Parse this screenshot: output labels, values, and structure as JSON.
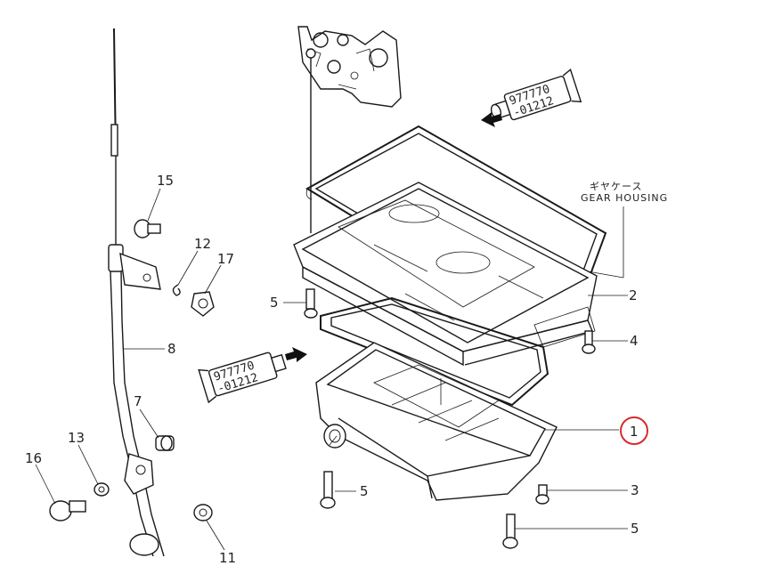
{
  "callouts": {
    "c1": "1",
    "c2": "2",
    "c3": "3",
    "c4": "4",
    "c5a": "5",
    "c5b": "5",
    "c5c": "5",
    "c7": "7",
    "c8": "8",
    "c11": "11",
    "c12": "12",
    "c13": "13",
    "c15": "15",
    "c16": "16",
    "c17": "17"
  },
  "gear_housing": {
    "jp": "ギヤケース",
    "en": "GEAR HOUSING"
  },
  "sealant_tube": {
    "line1": "977770",
    "line2": "-01212"
  },
  "highlight_color": "#d62b2b"
}
